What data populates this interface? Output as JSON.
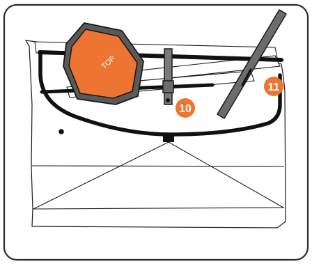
{
  "figure": {
    "top_label": "TOP",
    "callouts": [
      {
        "id": "10",
        "label": "10"
      },
      {
        "id": "11",
        "label": "11"
      }
    ]
  },
  "colors": {
    "accent_orange": "#ee7431",
    "outline": "#1a1a1a",
    "panel_gray": "#6c6c6c",
    "frame_border": "#2b2b2b",
    "background": "#ffffff"
  }
}
